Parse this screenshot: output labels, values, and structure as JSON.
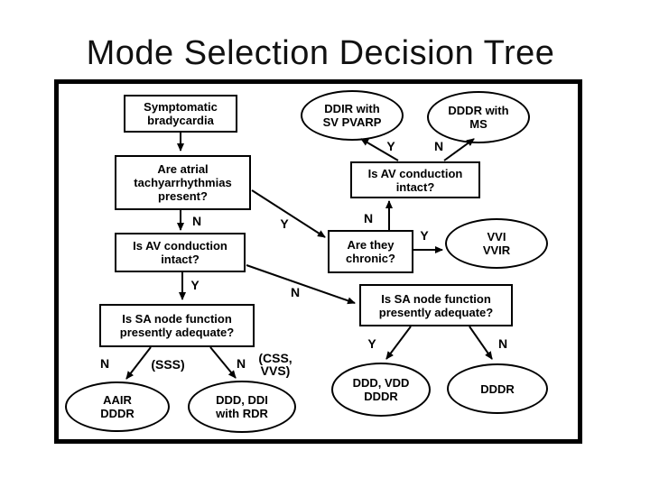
{
  "title": "Mode Selection Decision Tree",
  "colors": {
    "ink": "#000000",
    "background": "#ffffff"
  },
  "diagram": {
    "boxes": [
      {
        "id": "symptomatic-bradycardia",
        "label": "Symptomatic bradycardia"
      },
      {
        "id": "atrial-tachyarrhythmias",
        "label": "Are atrial tachyarrhythmias present?"
      },
      {
        "id": "av-conduction-left",
        "label": "Is AV conduction intact?"
      },
      {
        "id": "av-conduction-right",
        "label": "Is AV conduction intact?"
      },
      {
        "id": "are-they-chronic",
        "label": "Are they chronic?"
      },
      {
        "id": "sa-node-left",
        "label": "Is SA node function presently adequate?"
      },
      {
        "id": "sa-node-right",
        "label": "Is SA node function presently adequate?"
      }
    ],
    "ellipses": [
      {
        "id": "ddir-sv-pvarp",
        "label": "DDIR with SV PVARP"
      },
      {
        "id": "dddr-with-ms",
        "label": "DDDR with MS"
      },
      {
        "id": "vvi-vvir",
        "label": "VVI VVIR"
      },
      {
        "id": "aair-dddr",
        "label": "AAIR DDDR"
      },
      {
        "id": "ddd-ddi-with-rdr",
        "label": "DDD, DDI with RDR"
      },
      {
        "id": "ddd-vdd-dddr",
        "label": "DDD, VDD DDDR"
      },
      {
        "id": "dddr",
        "label": "DDDR"
      }
    ],
    "edge_labels": [
      {
        "id": "n-to-av-conduction-left",
        "text": "N"
      },
      {
        "id": "y-to-are-they-chronic",
        "text": "Y"
      },
      {
        "id": "y-to-sa-node-left",
        "text": "Y"
      },
      {
        "id": "n-to-sa-node-right",
        "text": "N"
      },
      {
        "id": "n-chronic-to-av-right",
        "text": "N"
      },
      {
        "id": "y-to-ddir-sv-pvarp",
        "text": "Y"
      },
      {
        "id": "n-to-dddr-with-ms",
        "text": "N"
      },
      {
        "id": "y-to-vvi-vvir",
        "text": "Y"
      },
      {
        "id": "n-to-aair-dddr",
        "text": "N"
      },
      {
        "id": "sss-annotation",
        "text": "(SSS)"
      },
      {
        "id": "n-to-ddd-ddi-with-rdr",
        "text": "N"
      },
      {
        "id": "css-vvs-annotation",
        "text": "(CSS, VVS)"
      },
      {
        "id": "y-to-ddd-vdd-dddr",
        "text": "Y"
      },
      {
        "id": "n-to-dddr",
        "text": "N"
      }
    ]
  }
}
